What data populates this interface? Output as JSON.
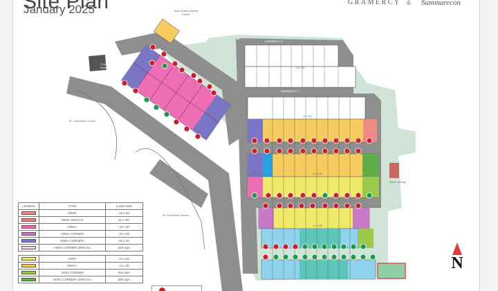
{
  "header": {
    "title": "Site Plan",
    "subtitle": "January 2025",
    "brand_primary": "GRAMERCY",
    "brand_separator": "&",
    "brand_secondary": "Summarecon"
  },
  "landmarks": {
    "sports_center": "Alam Sutera Sports Center",
    "police_station": "Police Station",
    "church": "St. Laurentius Church",
    "school": "St. Laurentius School",
    "sport_lounge": "Sport Lounge",
    "road_gramercy_1": "GRAMERCY 1",
    "road_gramercy_2": "GRAMERCY 2"
  },
  "legend": {
    "headers": [
      "LEGEND",
      "TYPE",
      "LAND SIZE"
    ],
    "arma_group": [
      {
        "type": "ARMA",
        "size": "16 x 26",
        "color": "#f08a84"
      },
      {
        "type": "ARMA SPECIAL",
        "size": "16 x 26+",
        "color": "#ee7f7a"
      },
      {
        "type": "ARMA+",
        "size": "16 x 30",
        "color": "#ee6eb5"
      },
      {
        "type": "ARMA CORNER",
        "size": "20 x 26",
        "color": "#c97ac6"
      },
      {
        "type": "ARMA CORNER+",
        "size": "20 x 30",
        "color": "#7b75c6"
      },
      {
        "type": "ARMA CORNER SPECIAL",
        "size": "518 sqm",
        "color": "#f1d4de"
      }
    ],
    "aera_group": [
      {
        "type": "AERA",
        "size": "14 x 26",
        "color": "#f0ea6a"
      },
      {
        "type": "AERA+",
        "size": "14 x 30",
        "color": "#f6cc5e"
      },
      {
        "type": "AERA CORNER",
        "size": "464 sqm",
        "color": "#9cc94a"
      },
      {
        "type": "AERA CORNER+ SPECIAL",
        "size": "598 sqm",
        "color": "#5fae4b"
      }
    ]
  },
  "plot_labels": {
    "gramercy_top": "14 x 26",
    "yellow_top": "14 x 26",
    "yellow_mid": "14 x 30",
    "yellow_low": "14 x 26",
    "purple_left": "20 x 30",
    "blue_bottom": "14 x 26"
  },
  "compass": {
    "label": "N",
    "arrow_color": "#e53a3a"
  },
  "colors": {
    "road": "#8e8e8e",
    "green_area": "#cfe3d6",
    "sold_marker": "#c9202a",
    "available_marker": "#1f9a4a",
    "teal": "#5cc6b8",
    "light_blue": "#8fd3ee"
  }
}
